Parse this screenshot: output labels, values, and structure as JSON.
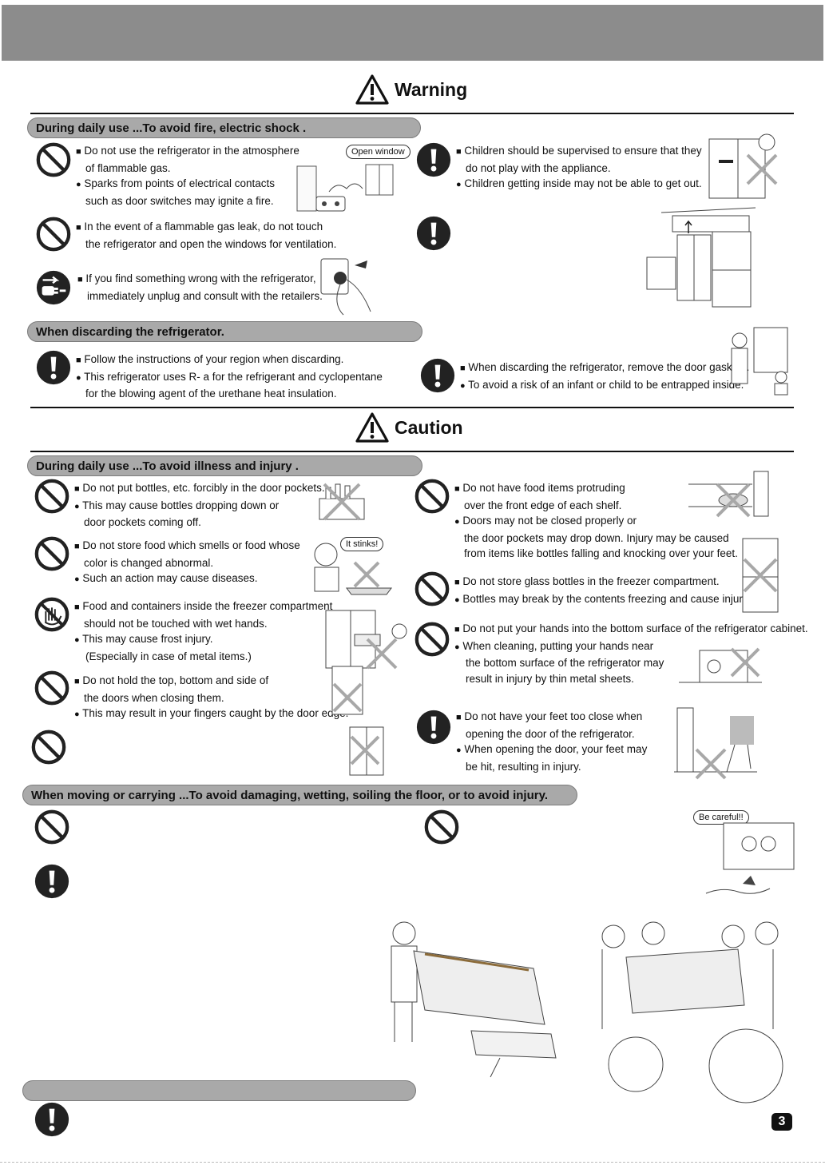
{
  "header": {
    "title": ""
  },
  "warning": {
    "title": "Warning",
    "section1_label": "During daily use ...To avoid fire, electric shock .",
    "item1": [
      "Do not use the refrigerator in the atmosphere",
      "of flammable gas.",
      "Sparks from points of electrical contacts",
      "such as door switches may ignite a fire."
    ],
    "item1_bubble": "Open window",
    "item2": [
      "In the event of a flammable gas leak, do not touch",
      "the refrigerator and open the windows for ventilation."
    ],
    "item3": [
      "If you find something wrong with the refrigerator,",
      "immediately unplug and consult with the retailers."
    ],
    "item4": [
      "Children should be supervised to ensure that they",
      "do not play with the appliance.",
      "Children getting inside may not be able to get out."
    ],
    "section2_label": "When discarding the refrigerator.",
    "item5": [
      "Follow the instructions of your region when discarding.",
      "This refrigerator uses R-      a for the refrigerant and cyclopentane",
      "for the blowing agent of the urethane heat insulation."
    ],
    "item6": [
      "When discarding the refrigerator, remove the door gaskets.",
      "To avoid a risk of an infant or child to be entrapped inside."
    ]
  },
  "caution": {
    "title": "Caution",
    "section1_label": "During daily use ...To avoid  illness and injury .",
    "item1": [
      "Do not put bottles, etc. forcibly in the door pockets.",
      "This may cause bottles dropping down or",
      "door pockets coming off."
    ],
    "item2": [
      "Do not store food which smells or food whose",
      "color is changed abnormal.",
      "Such an action may cause diseases."
    ],
    "item2_bubble": "It stinks!",
    "item3": [
      "Food and containers inside the freezer compartment",
      "should not be touched with wet hands.",
      "This may cause frost injury.",
      "(Especially in case of metal items.)"
    ],
    "item4": [
      "Do not hold the top, bottom and side of",
      "the doors when closing them.",
      "This may result in your fingers caught by the door edge."
    ],
    "item5": [
      "Do not have food items protruding",
      "over the front edge of each shelf.",
      "Doors may not be closed properly or",
      "the door pockets may drop down. Injury may be caused",
      "from items like bottles falling and knocking over your feet."
    ],
    "item6": [
      "Do not store glass bottles in the freezer compartment.",
      "Bottles may break by the contents freezing and cause injury."
    ],
    "item7": [
      "Do not put your hands into the bottom surface of the refrigerator cabinet.",
      "When cleaning, putting your hands near",
      "the bottom surface of the refrigerator may",
      "result in injury by thin metal sheets."
    ],
    "item8": [
      "Do not have your feet too close when",
      "opening the door of the refrigerator.",
      "When opening the door, your feet may",
      "be hit, resulting in injury."
    ],
    "section2_label": "When moving or carrying ...To avoid damaging, wetting, soiling the floor, or to avoid injury.",
    "bubble_careful": "Be careful!!",
    "section3_label": ""
  },
  "page_number": "3"
}
